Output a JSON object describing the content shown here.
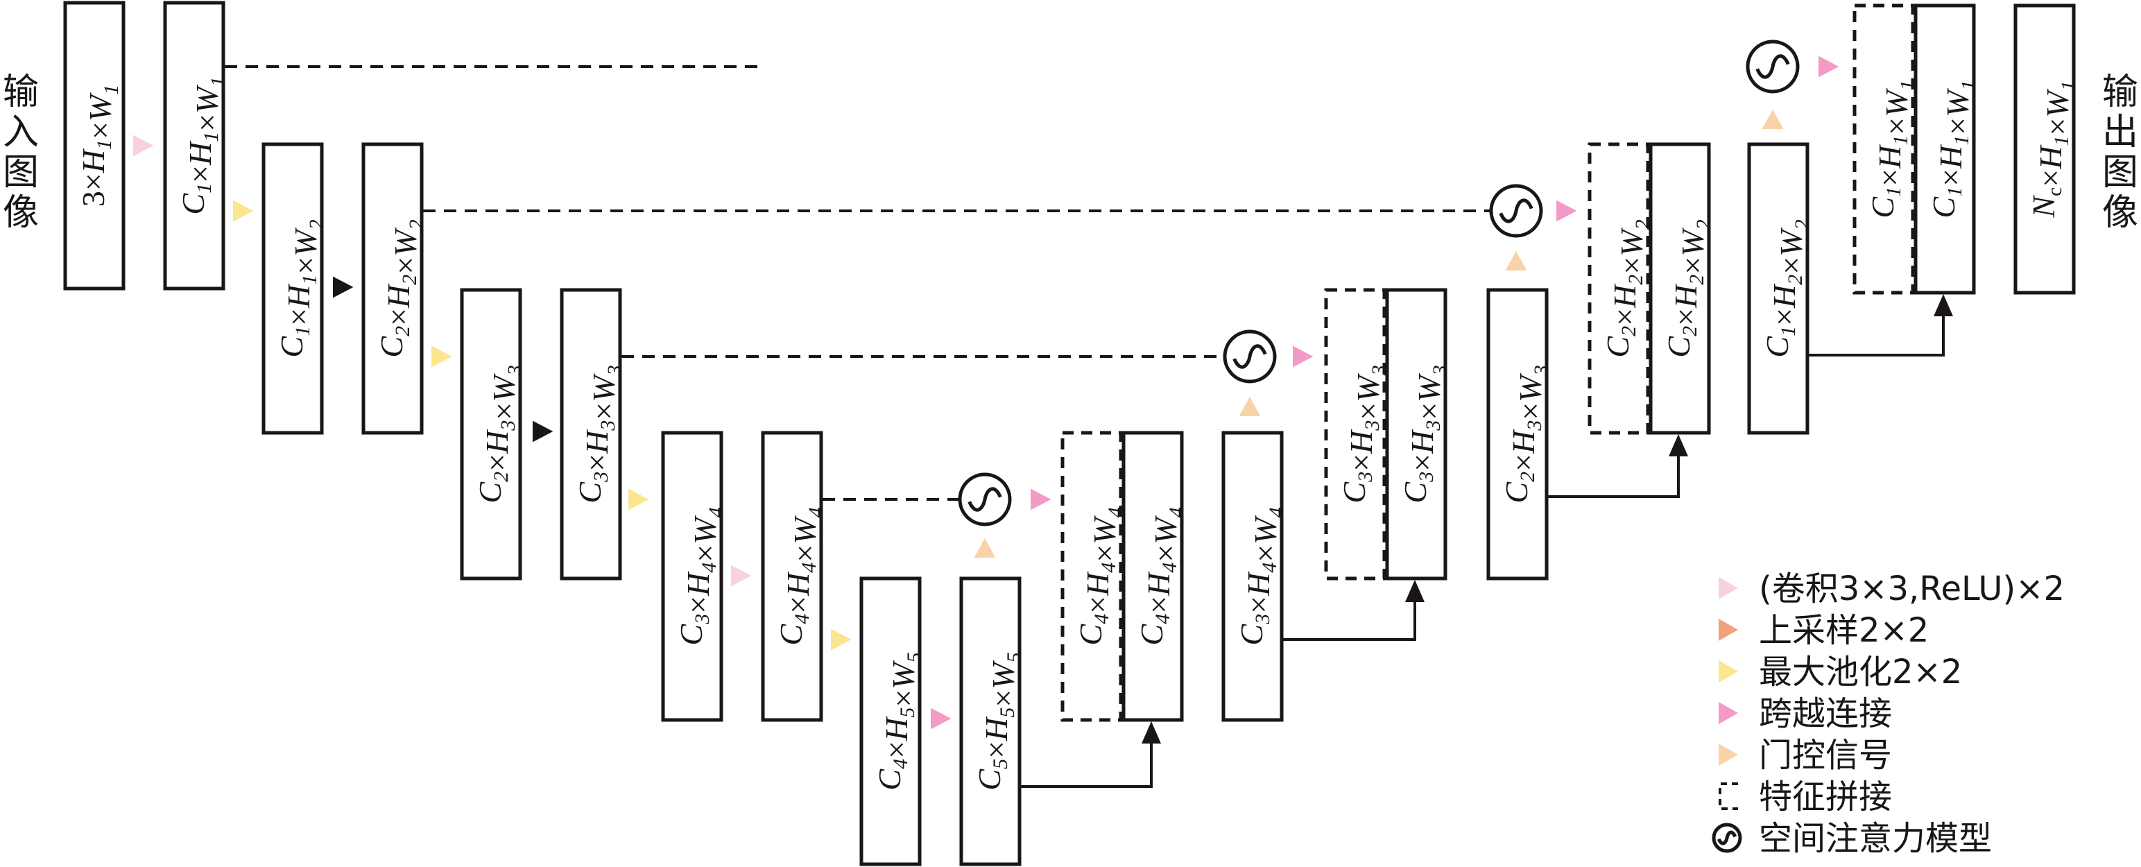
{
  "input_label": "输入图像",
  "output_label": "输出图像",
  "blocks": {
    "enc1a": "3×H1×W1",
    "enc1b": "C1×H1×W1",
    "enc2a": "C1×H1×W2",
    "enc2b": "C2×H2×W2",
    "enc3a": "C2×H3×W3",
    "enc3b": "C3×H3×W3",
    "enc4a": "C3×H4×W4",
    "enc4b": "C4×H4×W4",
    "enc5a": "C4×H5×W5",
    "enc5b": "C5×H5×W5",
    "dec4_skip": "C4×H4×W4",
    "dec4_up": "C4×H4×W4",
    "dec4_out": "C3×H4×W4",
    "dec3_skip": "C3×H3×W3",
    "dec3_up": "C3×H3×W3",
    "dec3_out": "C2×H3×W3",
    "dec2_skip": "C2×H2×W2",
    "dec2_up": "C2×H2×W2",
    "dec2_out": "C1×H2×W2",
    "dec1_skip": "C1×H1×W1",
    "dec1_up": "C1×H1×W1",
    "final": "Nc×H1×W1"
  },
  "legend": [
    {
      "label": "(卷积3×3,ReLU)×2",
      "color": "#f9d1dc",
      "kind": "triangle"
    },
    {
      "label": "上采样2×2",
      "color": "#f2a27b",
      "kind": "triangle"
    },
    {
      "label": "最大池化2×2",
      "color": "#fbe58e",
      "kind": "triangle"
    },
    {
      "label": "跨越连接",
      "color": "#f49ac6",
      "kind": "triangle"
    },
    {
      "label": "门控信号",
      "color": "#f8d3a8",
      "kind": "triangle"
    },
    {
      "label": "特征拼接",
      "kind": "dashed-bracket"
    },
    {
      "label": "空间注意力模型",
      "kind": "attention-circle"
    }
  ],
  "colors": {
    "conv": "#f9d1dc",
    "upsample": "#f2a27b",
    "maxpool": "#fbe58e",
    "skip": "#f49ac6",
    "gate": "#f8d3a8",
    "stroke": "#1a1616"
  }
}
